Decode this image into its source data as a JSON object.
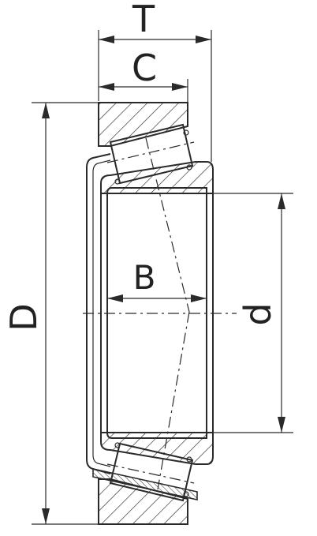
{
  "labels": {
    "T": "T",
    "C": "C",
    "B": "B",
    "D": "D",
    "d": "d"
  },
  "colors": {
    "line": "#2a2a2a",
    "background": "#ffffff"
  }
}
